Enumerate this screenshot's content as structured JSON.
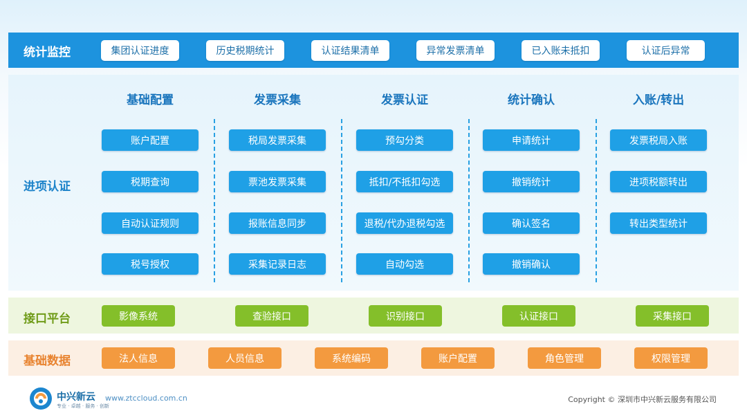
{
  "colors": {
    "stats_band": "#1d93de",
    "input_chip": "#1fa0e6",
    "interface_chip": "#84bf2a",
    "base_chip": "#f39a3f"
  },
  "stats": {
    "label": "统计监控",
    "items": [
      "集团认证进度",
      "历史税期统计",
      "认证结果清单",
      "异常发票清单",
      "已入账未抵扣",
      "认证后异常"
    ]
  },
  "input": {
    "label": "进项认证",
    "columns": [
      {
        "title": "基础配置",
        "items": [
          "账户配置",
          "税期查询",
          "自动认证规则",
          "税号授权"
        ]
      },
      {
        "title": "发票采集",
        "items": [
          "税局发票采集",
          "票池发票采集",
          "报账信息同步",
          "采集记录日志"
        ]
      },
      {
        "title": "发票认证",
        "items": [
          "预勾分类",
          "抵扣/不抵扣勾选",
          "退税/代办退税勾选",
          "自动勾选"
        ]
      },
      {
        "title": "统计确认",
        "items": [
          "申请统计",
          "撤销统计",
          "确认签名",
          "撤销确认"
        ]
      },
      {
        "title": "入账/转出",
        "items": [
          "发票税局入账",
          "进项税额转出",
          "转出类型统计"
        ]
      }
    ]
  },
  "interface": {
    "label": "接口平台",
    "items": [
      "影像系统",
      "查验接口",
      "识别接口",
      "认证接口",
      "采集接口"
    ]
  },
  "base_data": {
    "label": "基础数据",
    "items": [
      "法人信息",
      "人员信息",
      "系统编码",
      "账户配置",
      "角色管理",
      "权限管理"
    ]
  },
  "footer": {
    "brand": "中兴新云",
    "slogan": "专业 · 卓越 · 服务 · 创新",
    "website": "www.ztccloud.com.cn",
    "copyright": "Copyright © 深圳市中兴新云服务有限公司"
  }
}
